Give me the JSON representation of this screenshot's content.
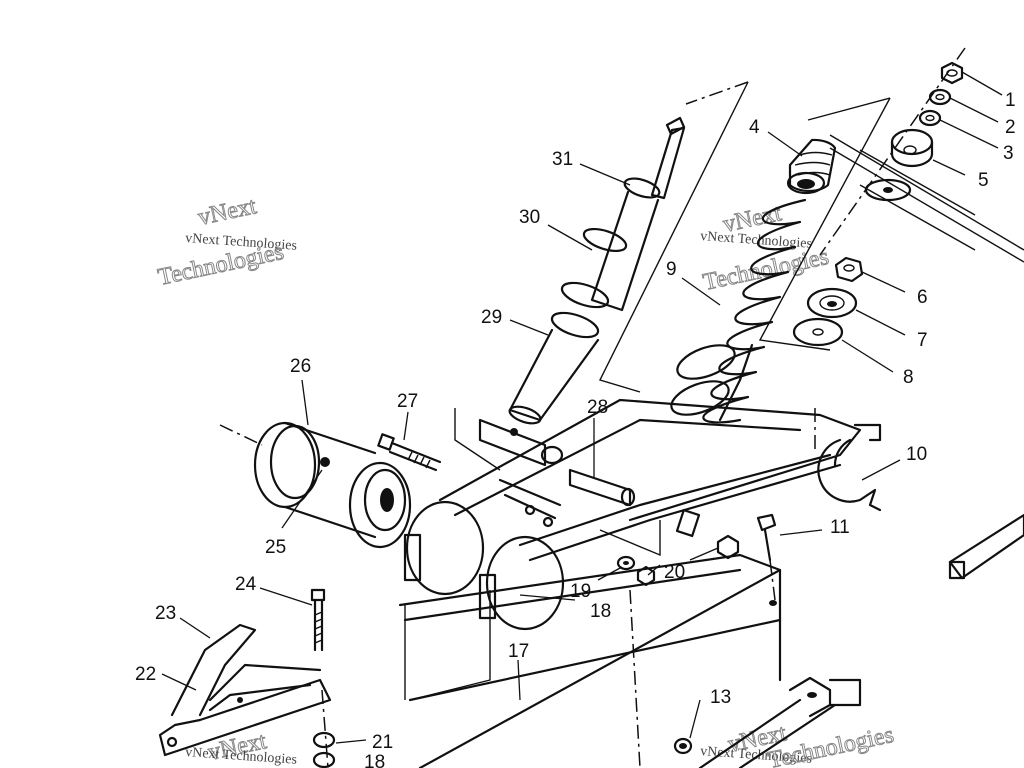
{
  "watermark": {
    "small_text": "vNext Technologies",
    "big_line1": "vNext",
    "big_line2": "Technologies"
  },
  "callouts": [
    {
      "id": "c1",
      "label": "1"
    },
    {
      "id": "c2",
      "label": "2"
    },
    {
      "id": "c3",
      "label": "3"
    },
    {
      "id": "c4",
      "label": "4"
    },
    {
      "id": "c5",
      "label": "5"
    },
    {
      "id": "c6",
      "label": "6"
    },
    {
      "id": "c7",
      "label": "7"
    },
    {
      "id": "c8",
      "label": "8"
    },
    {
      "id": "c9",
      "label": "9"
    },
    {
      "id": "c10",
      "label": "10"
    },
    {
      "id": "c11",
      "label": "11"
    },
    {
      "id": "c13",
      "label": "13"
    },
    {
      "id": "c17",
      "label": "17"
    },
    {
      "id": "c18a",
      "label": "18"
    },
    {
      "id": "c18b",
      "label": "18"
    },
    {
      "id": "c19",
      "label": "19"
    },
    {
      "id": "c20",
      "label": "20"
    },
    {
      "id": "c21",
      "label": "21"
    },
    {
      "id": "c22",
      "label": "22"
    },
    {
      "id": "c23",
      "label": "23"
    },
    {
      "id": "c24",
      "label": "24"
    },
    {
      "id": "c25",
      "label": "25"
    },
    {
      "id": "c26",
      "label": "26"
    },
    {
      "id": "c27",
      "label": "27"
    },
    {
      "id": "c28",
      "label": "28"
    },
    {
      "id": "c29",
      "label": "29"
    },
    {
      "id": "c30",
      "label": "30"
    },
    {
      "id": "c31",
      "label": "31"
    }
  ]
}
